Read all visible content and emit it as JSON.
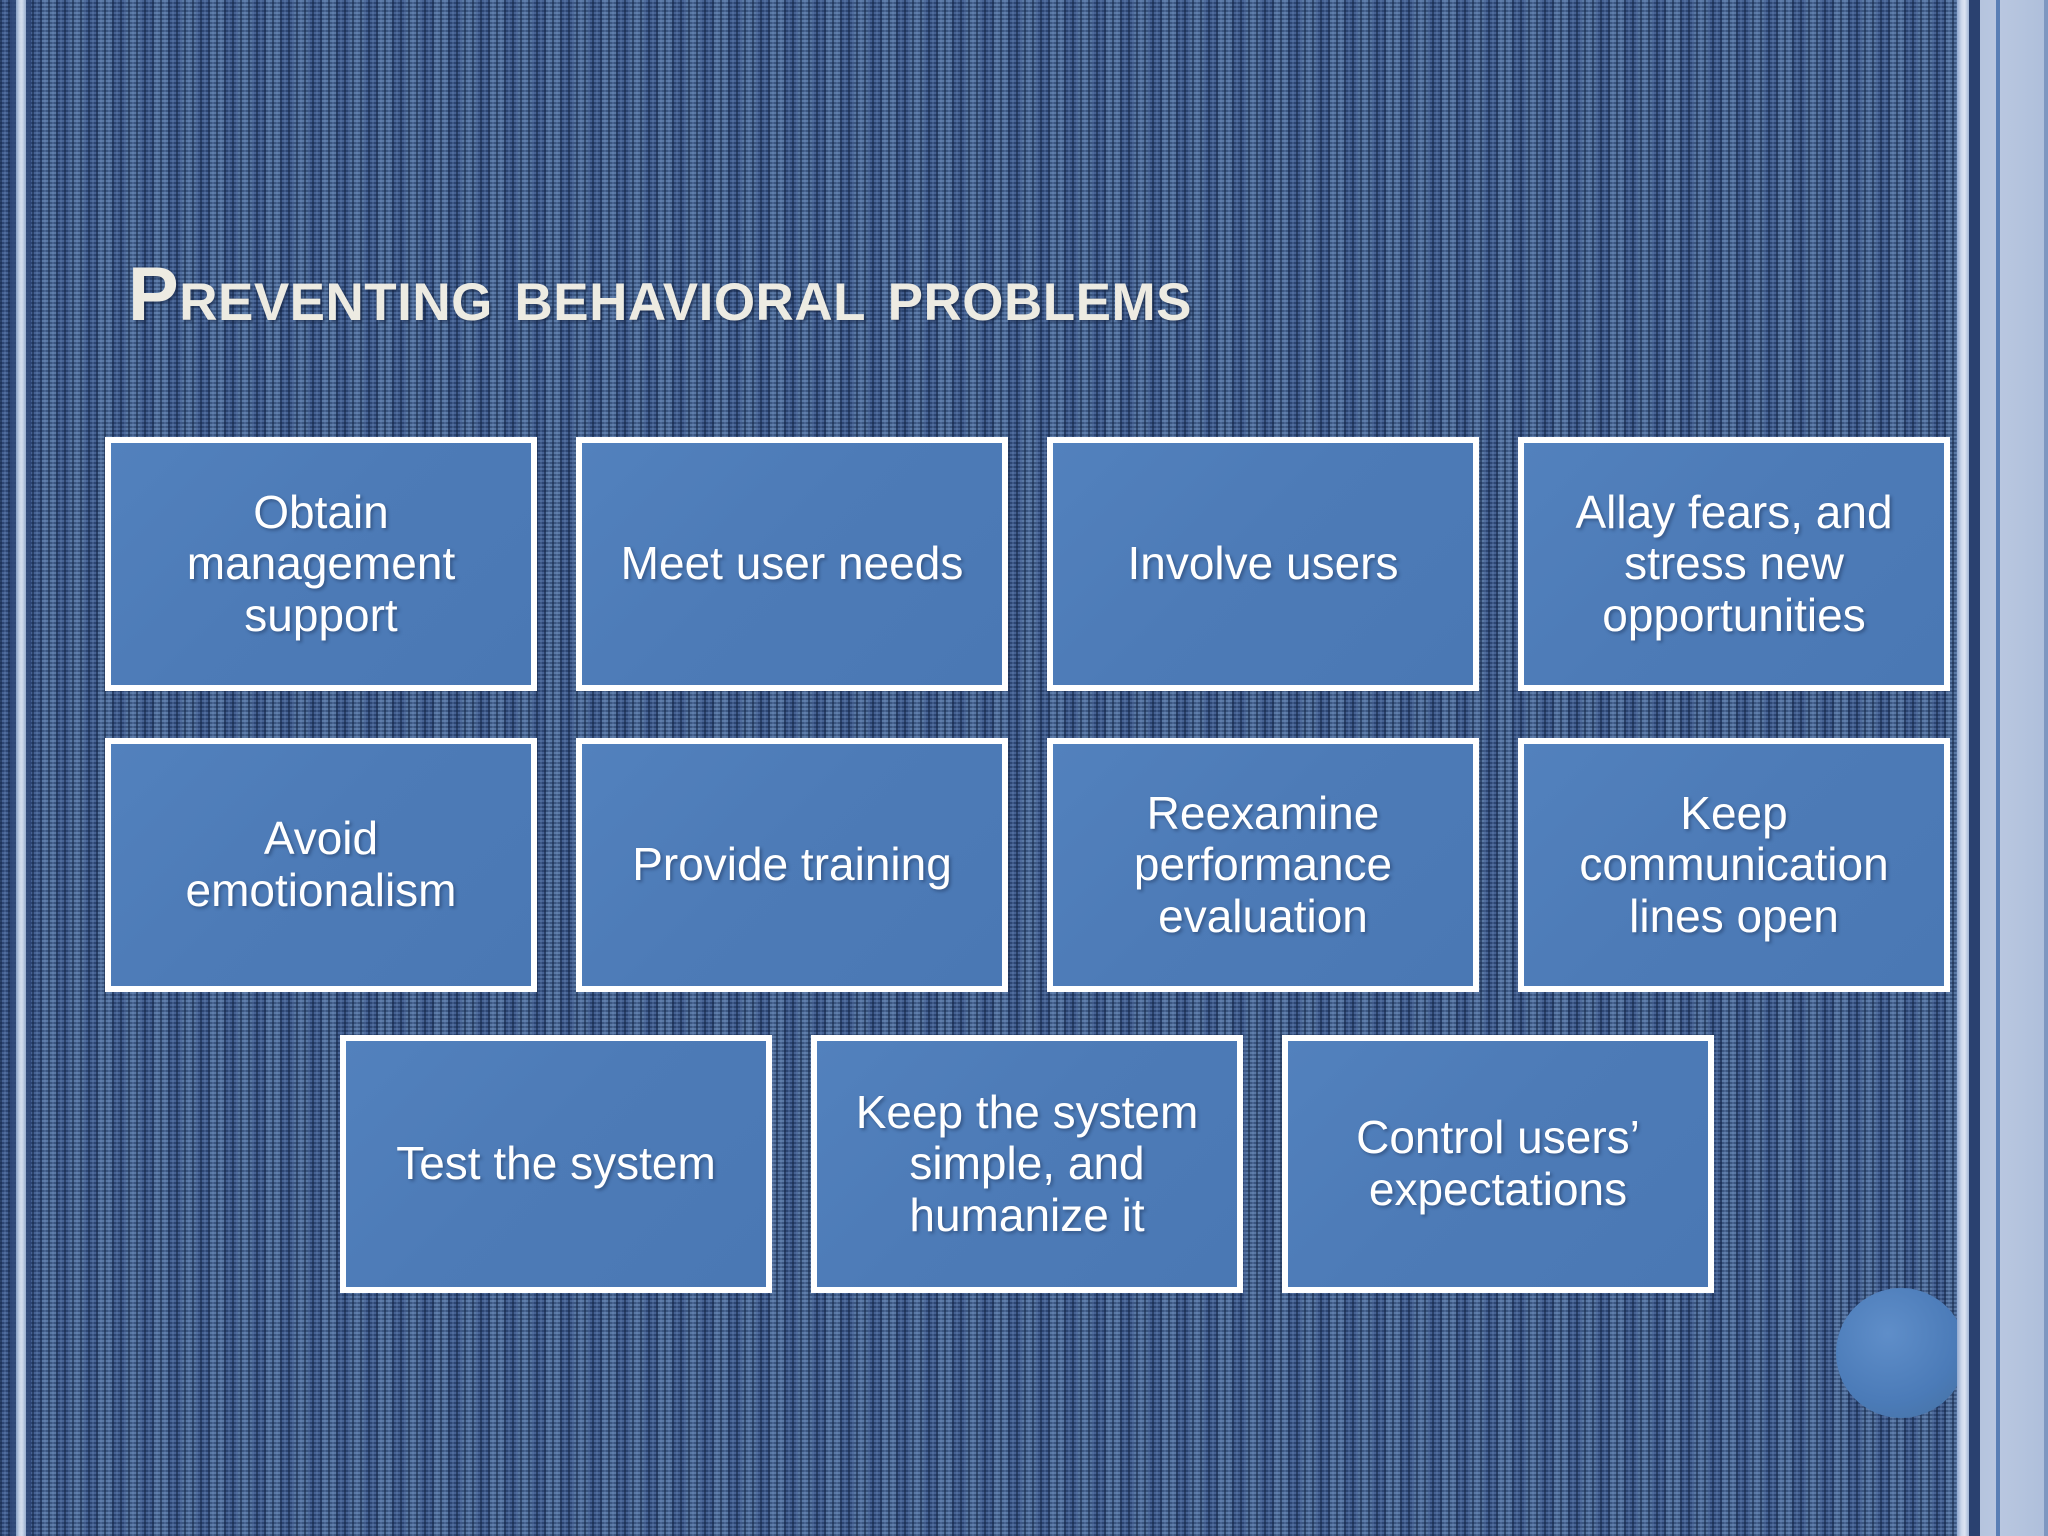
{
  "slide": {
    "title": "Preventing behavioral problems",
    "colors": {
      "background_blue": "#44649a",
      "box_fill": "#4d7bb7",
      "box_border": "#ffffff",
      "title_text": "#edebe2",
      "box_text": "#ffffff",
      "right_panel": "#b5c4de",
      "accent_circle": "#4b7bb8"
    }
  },
  "boxes": [
    {
      "id": "obtain-management-support",
      "label": "Obtain management support",
      "row": 1,
      "col": 1
    },
    {
      "id": "meet-user-needs",
      "label": "Meet user needs",
      "row": 1,
      "col": 2
    },
    {
      "id": "involve-users",
      "label": "Involve users",
      "row": 1,
      "col": 3
    },
    {
      "id": "allay-fears",
      "label": "Allay fears, and stress new opportunities",
      "row": 1,
      "col": 4
    },
    {
      "id": "avoid-emotionalism",
      "label": "Avoid emotionalism",
      "row": 2,
      "col": 1
    },
    {
      "id": "provide-training",
      "label": "Provide training",
      "row": 2,
      "col": 2
    },
    {
      "id": "reexamine-performance-evaluation",
      "label": "Reexamine performance evaluation",
      "row": 2,
      "col": 3
    },
    {
      "id": "keep-communication-lines-open",
      "label": "Keep communication lines open",
      "row": 2,
      "col": 4
    },
    {
      "id": "test-the-system",
      "label": "Test the system",
      "row": 3,
      "col": 1
    },
    {
      "id": "keep-system-simple",
      "label": "Keep the system simple, and humanize it",
      "row": 3,
      "col": 2
    },
    {
      "id": "control-users-expectations",
      "label": "Control users’ expectations",
      "row": 3,
      "col": 3
    }
  ],
  "decorations": {
    "corner_circle": "accent-circle",
    "left_stripe": "left-edge-stripe",
    "right_bands": "right-edge-bands"
  }
}
